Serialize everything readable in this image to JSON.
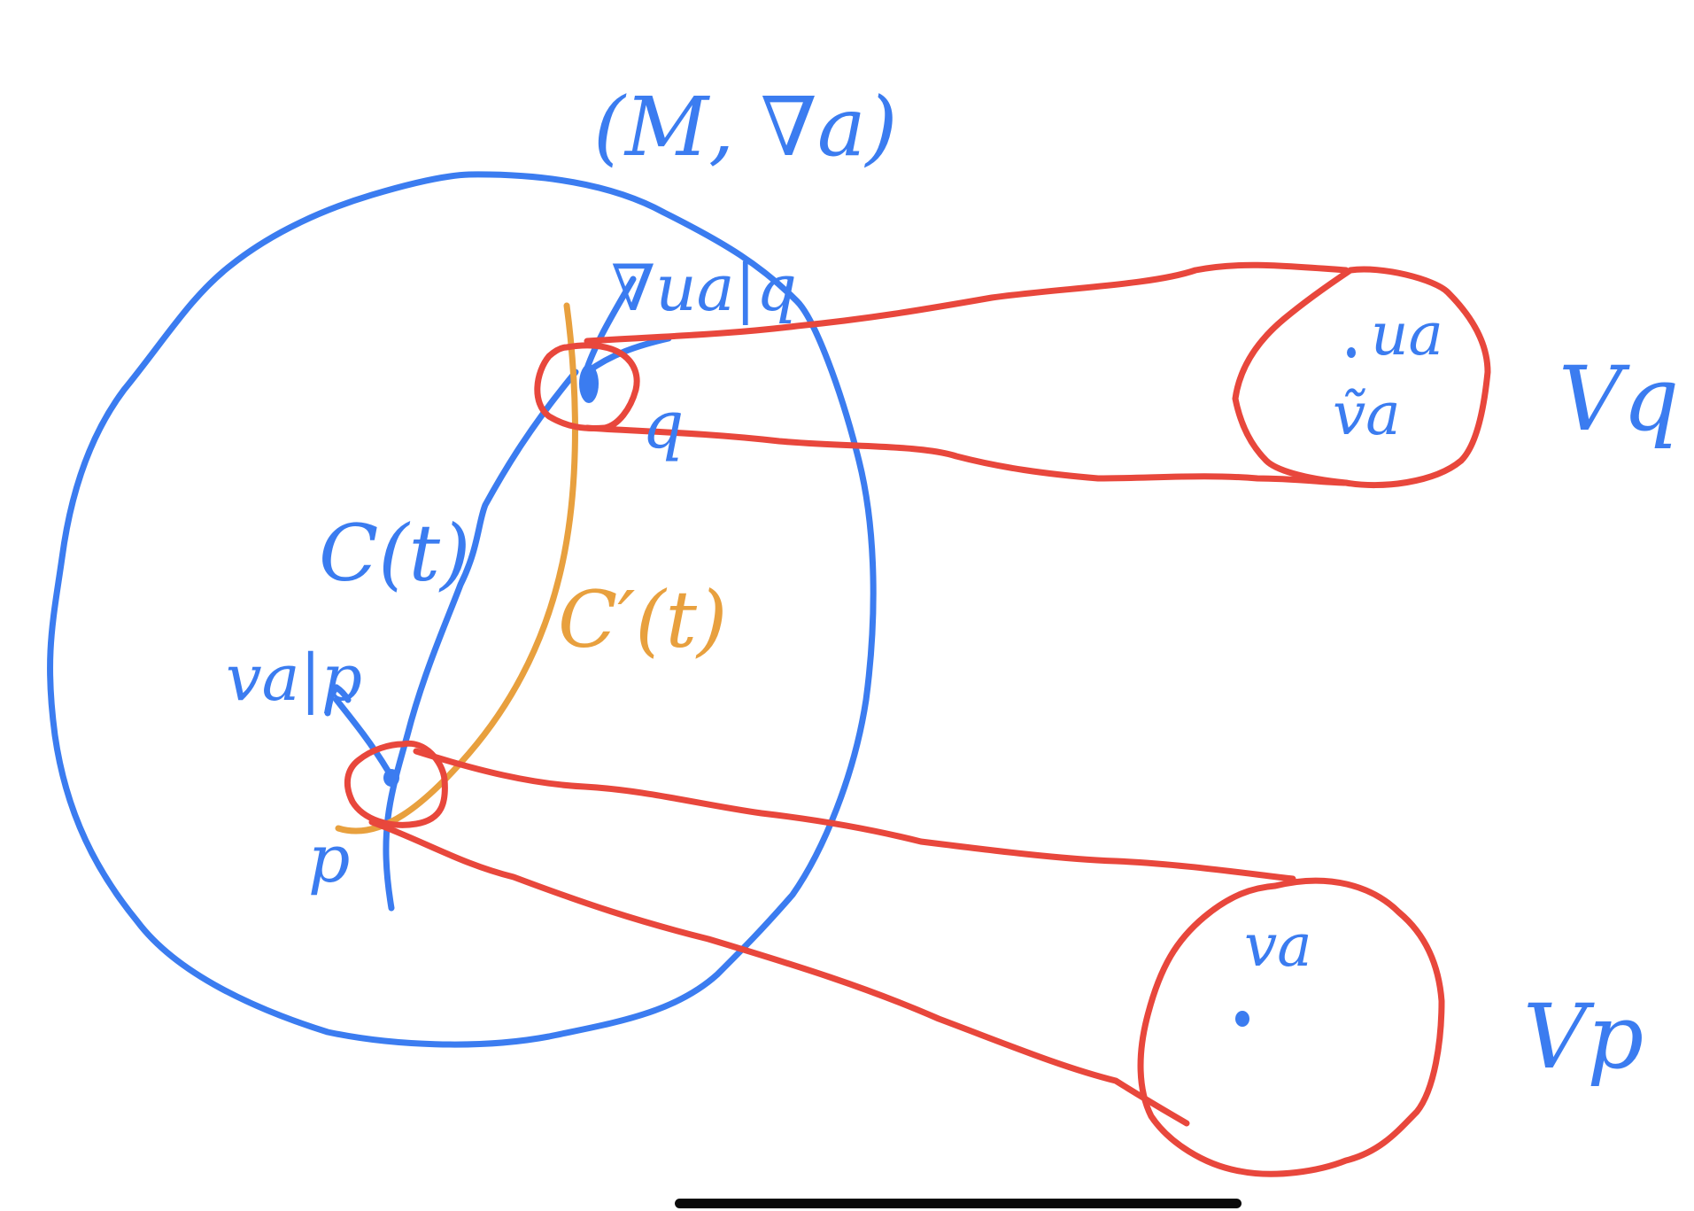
{
  "colors": {
    "blue": "#3b7cf0",
    "red": "#e8473c",
    "orange": "#e8a03e",
    "ink_dark": "#0a0a0a"
  },
  "labels": {
    "manifold": "(M, ∇a)",
    "nabla_u": "∇ua|q",
    "c_t": "C(t)",
    "c_prime_t": "C′(t)",
    "v_at_p": "va|p",
    "point_q": "q",
    "point_p": "p",
    "u_in_vq": "ua",
    "v_tilde_in_vq": "ṽa",
    "v_in_vp": "va",
    "space_vq": "Vq",
    "space_vp": "Vp"
  }
}
